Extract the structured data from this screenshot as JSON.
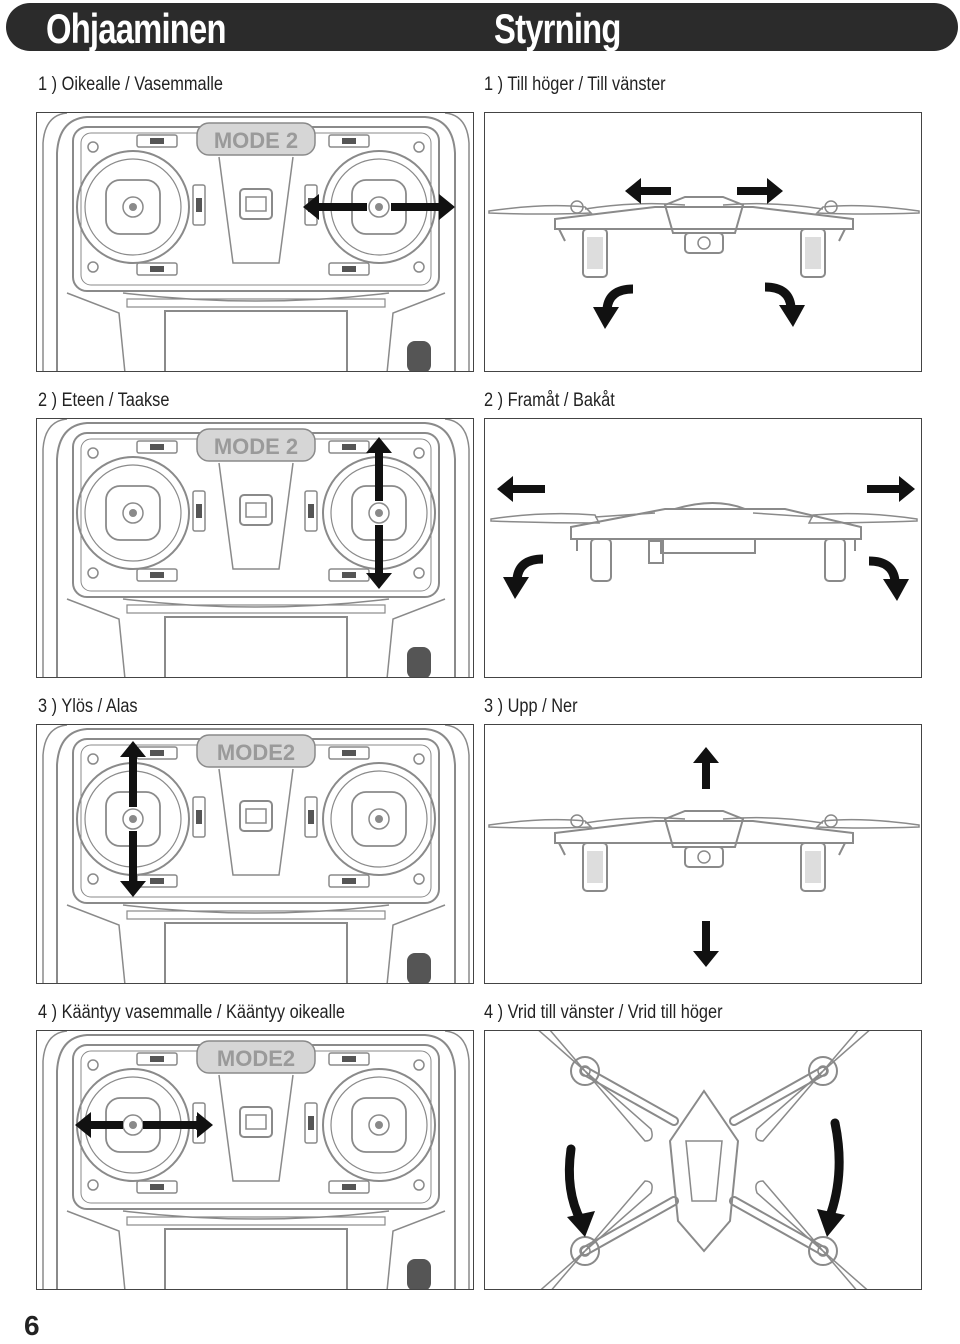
{
  "header": {
    "title_left": "Ohjaaminen",
    "title_right": "Styrning"
  },
  "page_number": "6",
  "sections": [
    {
      "caption_left": "1 )  Oikealle / Vasemmalle",
      "caption_right": "1 )  Till höger / Till vänster",
      "mode_label": "MODE 2"
    },
    {
      "caption_left": "2 )  Eteen / Taakse",
      "caption_right": "2 )  Framåt / Bakåt",
      "mode_label": "MODE 2"
    },
    {
      "caption_left": "3 )  Ylös / Alas",
      "caption_right": "3 )  Upp / Ner",
      "mode_label": "MODE2"
    },
    {
      "caption_left": "4 )  Kääntyy vasemmalle / Kääntyy oikealle",
      "caption_right": "4 )  Vrid till vänster / Vrid till höger",
      "mode_label": "MODE2"
    }
  ],
  "colors": {
    "header_bg": "#2b2b2b",
    "outline": "#8a8a8a",
    "arrow": "#111111"
  }
}
